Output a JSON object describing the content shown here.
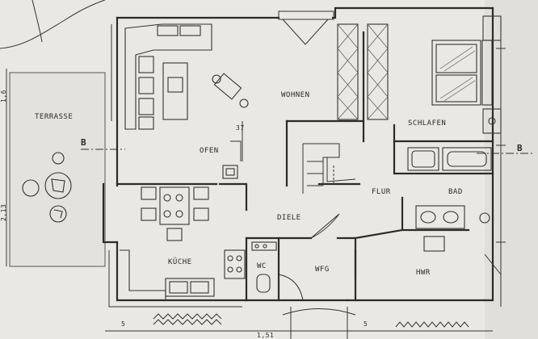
{
  "plan": {
    "rooms": {
      "terrasse": "TERRASSE",
      "wohnen": "WOHNEN",
      "schlafen": "SCHLAFEN",
      "ofen": "OFEN",
      "flur": "FLUR",
      "bad": "BAD",
      "diele": "DIELE",
      "kueche": "KÜCHE",
      "wc": "WC",
      "wfg": "WFG",
      "hwr": "HWR"
    },
    "section_marks": {
      "left": "B",
      "right": "B"
    },
    "dimensions": {
      "stair_rise": "37",
      "bottom_left": "5",
      "bottom_mid": "1,51",
      "bottom_mid2": "5",
      "left_edge_1": "1,6",
      "left_edge_2": "2,13"
    }
  },
  "colors": {
    "paper": "#e8e7e3",
    "ink": "#2b2b2b",
    "terrace_wash": "#dddcd8"
  }
}
